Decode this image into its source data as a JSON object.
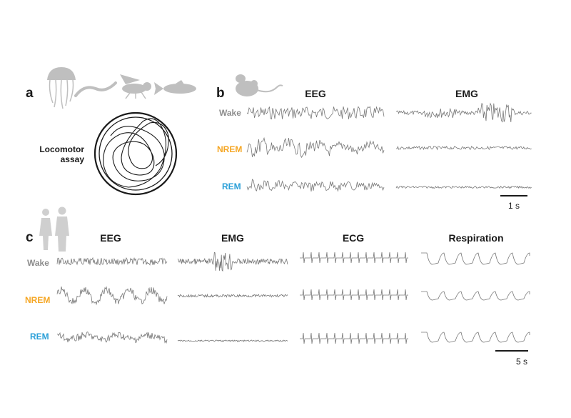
{
  "panels": {
    "a": {
      "label": "a",
      "assay_lines": [
        "Locomotor",
        "assay"
      ]
    },
    "b": {
      "label": "b",
      "columns": [
        "EEG",
        "EMG"
      ],
      "states": [
        "Wake",
        "NREM",
        "REM"
      ],
      "scale_bar": "1 s"
    },
    "c": {
      "label": "c",
      "columns": [
        "EEG",
        "EMG",
        "ECG",
        "Respiration"
      ],
      "states": [
        "Wake",
        "NREM",
        "REM"
      ],
      "scale_bar": "5 s"
    }
  },
  "colors": {
    "wake": "#8c8c8c",
    "nrem": "#f5a623",
    "rem": "#2a9fd8",
    "silhouette": "#bfbfbf",
    "trace": "#777777",
    "text": "#1a1a1a"
  },
  "icons": [
    "jellyfish-icon",
    "worm-icon",
    "fly-icon",
    "fish-icon",
    "mouse-icon",
    "human-female-icon",
    "human-male-icon"
  ]
}
